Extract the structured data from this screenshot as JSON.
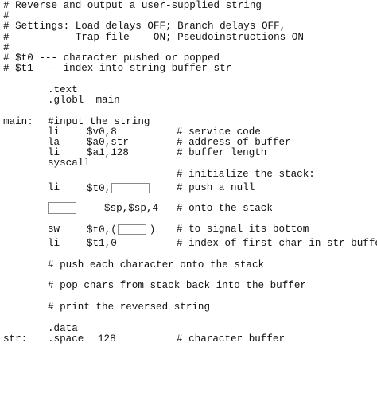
{
  "header_comments": [
    "# Reverse and output a user-supplied string",
    "#",
    "# Settings: Load delays OFF; Branch delays OFF,",
    "#           Trap file    ON; Pseudoinstructions ON",
    "#",
    "# $t0 --- character pushed or popped",
    "# $t1 --- index into string buffer str"
  ],
  "directives": {
    "text": ".text",
    "globl": ".globl  main"
  },
  "main_label": "main:",
  "input_comment": "#input the string",
  "instr": {
    "li_v0": {
      "op": "li",
      "args": "$v0,8",
      "comment": "# service code"
    },
    "la_a0": {
      "op": "la",
      "args": "$a0,str",
      "comment": "# address of buffer"
    },
    "li_a1": {
      "op": "li",
      "args": "$a1,128",
      "comment": "# buffer length"
    },
    "syscall": {
      "op": "syscall"
    },
    "init_stack_comment": "# initialize the stack:",
    "li_t0": {
      "op": "li",
      "args_prefix": "$t0,",
      "comment": "# push a null"
    },
    "sp_line": {
      "args": "$sp,$sp,4",
      "comment": "# onto the stack"
    },
    "sw_t0": {
      "op": "sw",
      "args_prefix": "$t0,(",
      "args_suffix": ")",
      "comment": "# to signal its bottom"
    },
    "li_t1": {
      "op": "li",
      "args": "$t1,0",
      "comment": "# index of first char in str buffer"
    }
  },
  "section_comments": {
    "push": "# push each character onto the stack",
    "pop": "# pop chars from stack back into the buffer",
    "print": "# print the reversed string"
  },
  "data_section": {
    "directive": ".data",
    "label": "str:",
    "op": ".space",
    "args": "128",
    "comment": "# character buffer"
  }
}
